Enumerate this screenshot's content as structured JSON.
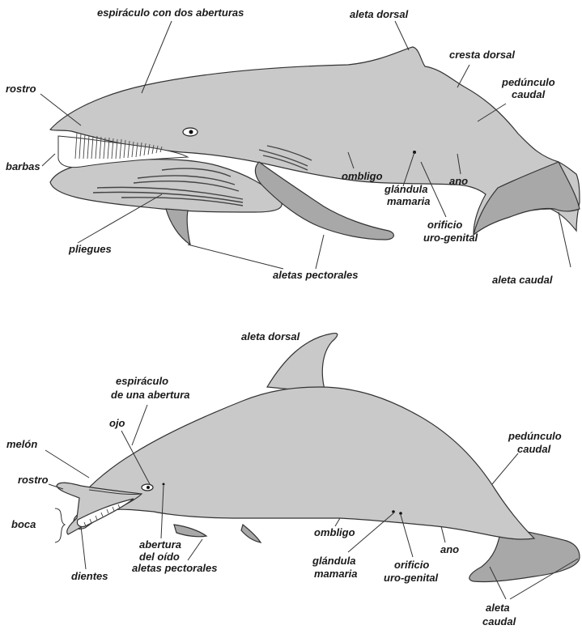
{
  "humpback": {
    "labels": {
      "blowhole": "espiráculo con dos aberturas",
      "dorsal_fin": "aleta dorsal",
      "dorsal_ridge": "cresta dorsal",
      "peduncle_1": "pedúnculo",
      "peduncle_2": "caudal",
      "rostrum": "rostro",
      "baleen": "barbas",
      "navel": "ombligo",
      "mammary_1": "glándula",
      "mammary_2": "mamaria",
      "anus": "ano",
      "urogenital_1": "orificio",
      "urogenital_2": "uro-genital",
      "grooves": "pliegues",
      "pectoral_fins": "aletas pectorales",
      "tail_fin": "aleta caudal"
    }
  },
  "dolphin": {
    "labels": {
      "dorsal_fin": "aleta dorsal",
      "blowhole_1": "espiráculo",
      "blowhole_2": "de una abertura",
      "eye": "ojo",
      "melon": "melón",
      "rostrum": "rostro",
      "mouth": "boca",
      "teeth": "dientes",
      "ear_1": "abertura",
      "ear_2": "del oído",
      "pectoral_fins": "aletas pectorales",
      "navel": "ombligo",
      "mammary_1": "glándula",
      "mammary_2": "mamaria",
      "urogenital_1": "orificio",
      "urogenital_2": "uro-genital",
      "anus": "ano",
      "peduncle_1": "pedúnculo",
      "peduncle_2": "caudal",
      "tail_fin_1": "aleta",
      "tail_fin_2": "caudal"
    }
  }
}
